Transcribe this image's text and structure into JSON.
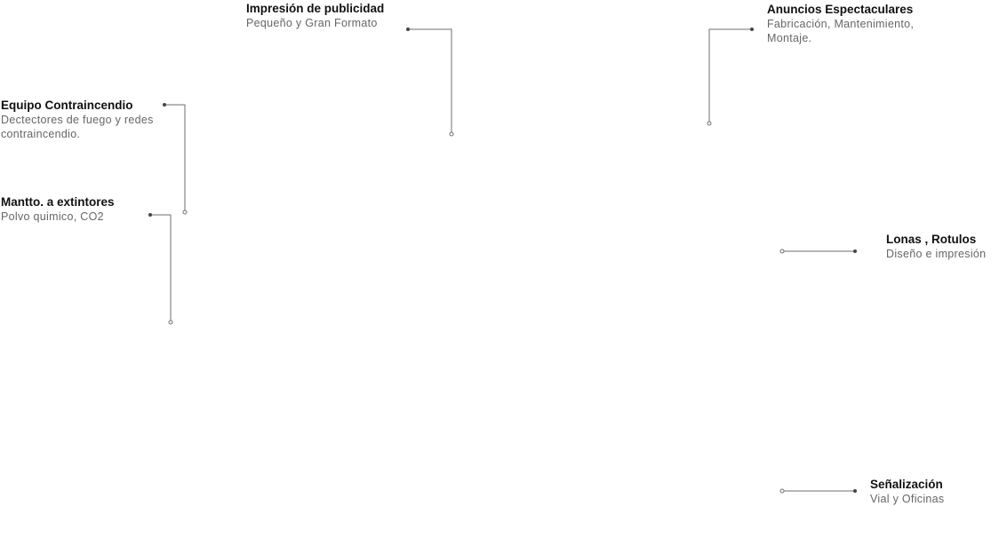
{
  "callouts": {
    "impresion": {
      "title": "Impresión de publicidad",
      "description": "Pequeño y Gran Formato"
    },
    "anuncios": {
      "title": "Anuncios Espectaculares",
      "description": "Fabricación, Mantenimiento, Montaje."
    },
    "equipo": {
      "title": "Equipo Contraincendio",
      "description": "Dectectores de fuego y redes contraincendio."
    },
    "mantto": {
      "title": "Mantto. a extintores",
      "description": "Polvo quimico, CO2"
    },
    "lonas": {
      "title": "Lonas , Rotulos",
      "description": "Diseño e impresión"
    },
    "senalizacion": {
      "title": "Señalización",
      "description": "Vial y Oficinas"
    }
  },
  "colors": {
    "line": "#6f6f6f",
    "dot": "#444444",
    "title": "#111111",
    "description": "#666666"
  }
}
